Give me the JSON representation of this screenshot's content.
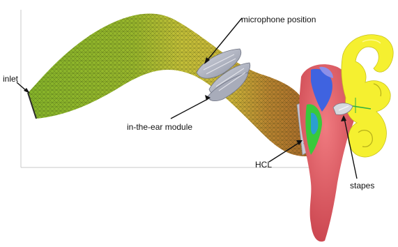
{
  "labels": {
    "inlet": "inlet",
    "microphone_position": "microphone position",
    "in_the_ear_module": "in-the-ear module",
    "hcl": "HCL",
    "stapes": "stapes"
  },
  "colors": {
    "canal_green": "#8bb62a",
    "canal_yellow": "#c9c23a",
    "canal_orange": "#b3782c",
    "module_gray": "#b9bdc9",
    "middle_ear_red": "#e05a63",
    "middle_ear_blue": "#3f63e0",
    "middle_ear_green": "#39c93b",
    "inner_ear_yellow": "#f5f030",
    "frame_line": "#c8c8c8",
    "arrow": "#111111"
  }
}
